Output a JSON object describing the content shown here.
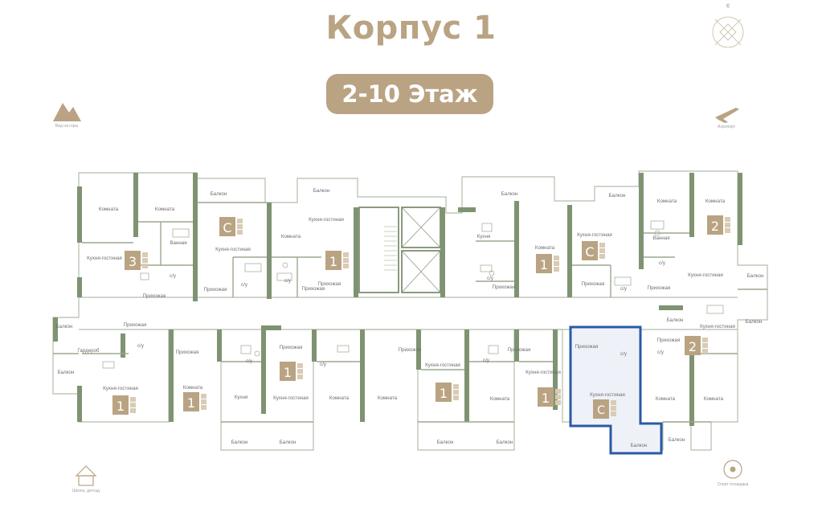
{
  "header": {
    "title": "Корпус 1",
    "floor": "2-10 Этаж"
  },
  "legend": {
    "mountains_caption": "Вид на горы",
    "plane_caption": "Аэропорт",
    "school_caption": "Школа, детсад",
    "sport_caption": "Спорт площадка"
  },
  "apartments": [
    {
      "id": "a1",
      "type": "3"
    },
    {
      "id": "a2",
      "type": "С"
    },
    {
      "id": "a3",
      "type": "1"
    },
    {
      "id": "a4",
      "type": "1"
    },
    {
      "id": "a5",
      "type": "С"
    },
    {
      "id": "a6",
      "type": "2"
    },
    {
      "id": "a7",
      "type": "1"
    },
    {
      "id": "a8",
      "type": "1"
    },
    {
      "id": "a9",
      "type": "1"
    },
    {
      "id": "a10",
      "type": "1"
    },
    {
      "id": "a11",
      "type": "1"
    },
    {
      "id": "a12",
      "type": "С"
    },
    {
      "id": "a13",
      "type": "2"
    }
  ],
  "rooms": {
    "komnata": "Комната",
    "kuhnya_gostinaya": "Кухня-гостиная",
    "prikhozhaya": "Прихожая",
    "balkon": "Балкон",
    "vannaya": "Ванная",
    "su": "с/у",
    "kuhnya": "Кухня",
    "garderob": "Гардероб"
  },
  "selected": {
    "type": "С",
    "label_living": "Кухня-гостиная",
    "label_hall": "Прихожая",
    "label_balcony": "Балкон",
    "label_su": "с/у",
    "highlight_color": "#2b5aa6"
  },
  "colors": {
    "brand": "#b9a383",
    "wall": "#7f9372",
    "wall_thin": "#9aa890"
  }
}
